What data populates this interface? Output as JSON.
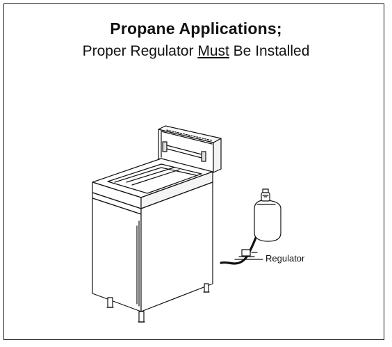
{
  "title": "Propane Applications;",
  "subtitle": {
    "before": "Proper Regulator ",
    "emphasis": "Must",
    "after": " Be Installed"
  },
  "labels": {
    "regulator": "Regulator"
  },
  "colors": {
    "line": "#111111",
    "background": "#ffffff"
  }
}
